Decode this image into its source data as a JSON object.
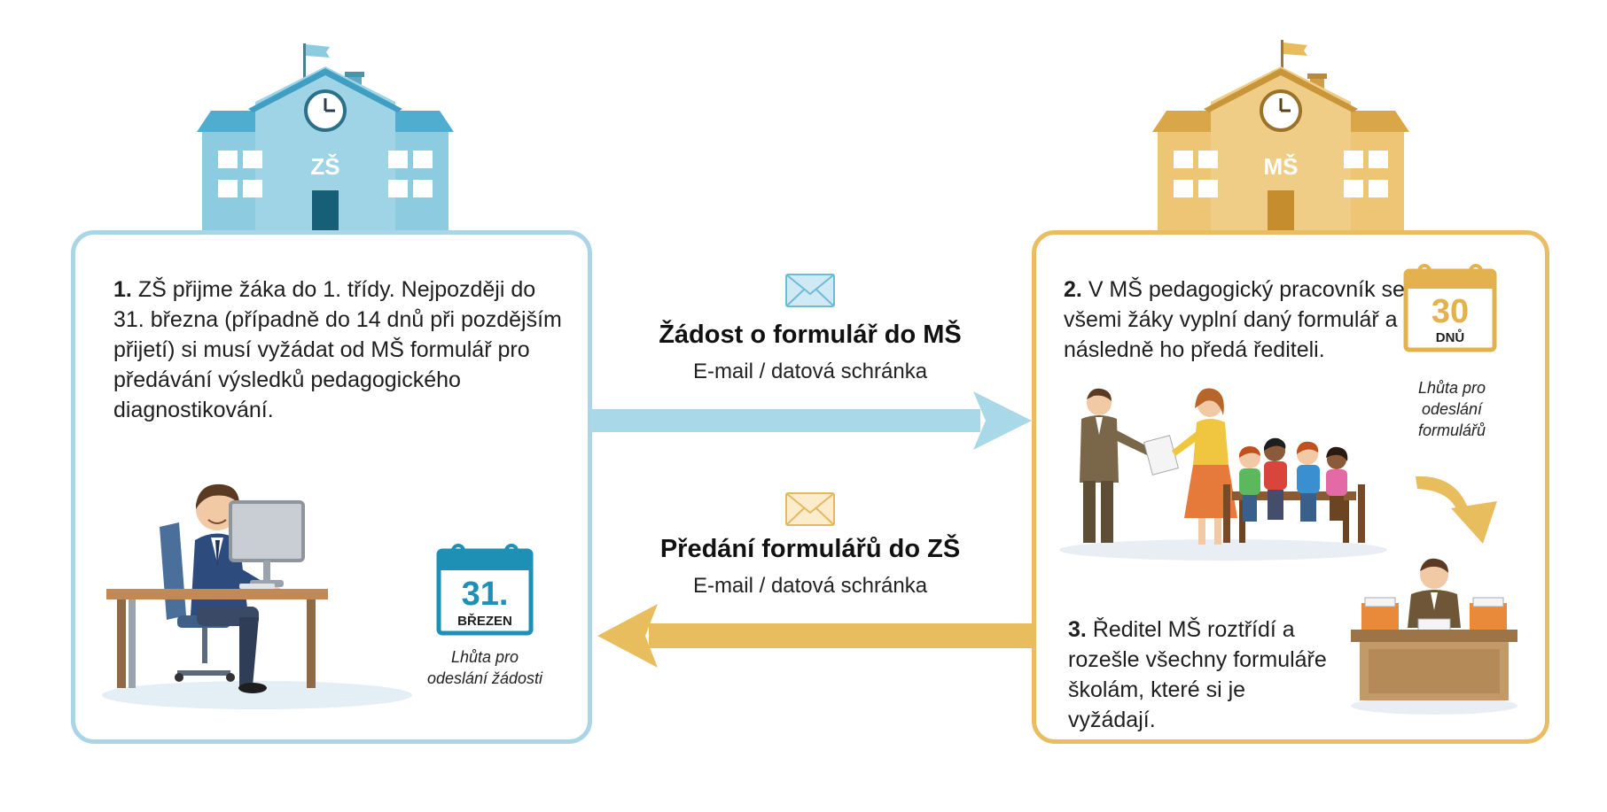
{
  "zs_school": {
    "label": "ZŠ",
    "color": "#6bbdd8"
  },
  "ms_school": {
    "label": "MŠ",
    "color": "#e3b14e"
  },
  "step1": {
    "number": "1.",
    "text": "ZŠ přijme žáka do 1. třídy. Nejpozději do 31. března (případně do 14 dnů při pozdějším přijetí) si musí vyžádat od MŠ formulář pro předávání výsledků pedagogického diagnostikování."
  },
  "step2": {
    "number": "2.",
    "text": "V MŠ pedagogický pracovník se všemi žáky vyplní daný formulář a následně ho předá řediteli."
  },
  "step3": {
    "number": "3.",
    "text": "Ředitel MŠ roztřídí a rozešle všechny formuláře školám, které si je vyžádají."
  },
  "calendar_zs": {
    "big": "31.",
    "small": "BŘEZEN",
    "caption": "Lhůta pro odeslání žádosti",
    "color": "#1e8fb5"
  },
  "calendar_ms": {
    "big": "30",
    "small": "DNŮ",
    "caption": "Lhůta pro odeslání formulářů",
    "color": "#e3b14e"
  },
  "arrow_to_ms": {
    "title": "Žádost o formulář do MŠ",
    "subtitle": "E-mail / datová schránka",
    "color": "#a9d9e8"
  },
  "arrow_to_zs": {
    "title": "Předání formulářů do ZŠ",
    "subtitle": "E-mail / datová schránka",
    "color": "#e8bd5e"
  }
}
